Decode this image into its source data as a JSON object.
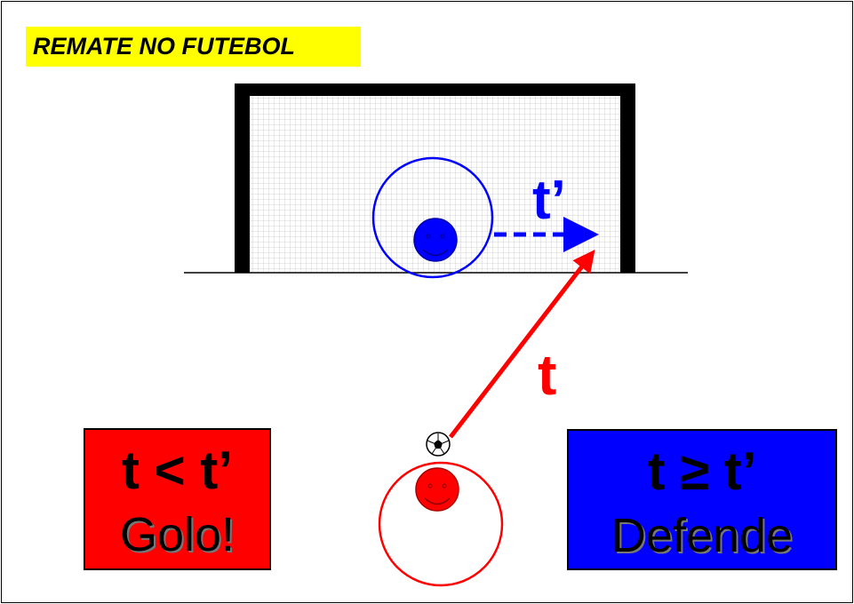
{
  "title": "REMATE NO FUTEBOL",
  "labels": {
    "keeper_time": "t’",
    "shot_time": "t"
  },
  "outcomes": {
    "goal": {
      "condition": "t < t’",
      "result": "Golo!",
      "color": "#ff0000"
    },
    "save": {
      "condition": "t ≥ t’",
      "result": "Defende",
      "color": "#0000ff"
    }
  },
  "colors": {
    "goalkeeper": "#0000ff",
    "striker": "#ff0000",
    "shot_arrow": "#ff0000",
    "dive_arrow": "#0000ff",
    "title_highlight": "#ffff00"
  },
  "icons": [
    "soccer-ball-icon",
    "goalkeeper-smiley-icon",
    "striker-smiley-icon"
  ]
}
